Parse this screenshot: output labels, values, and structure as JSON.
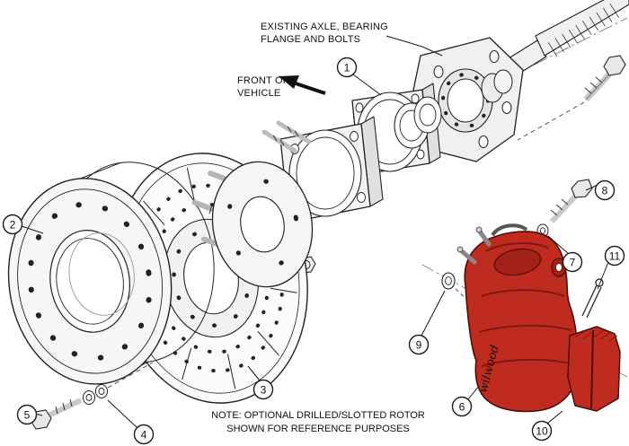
{
  "diagram": {
    "labels": {
      "axle_line1": "EXISTING AXLE, BEARING",
      "axle_line2": "FLANGE AND BOLTS",
      "front_line1": "FRONT OF",
      "front_line2": "VEHICLE",
      "note_line1": "NOTE: OPTIONAL DRILLED/SLOTTED ROTOR",
      "note_line2": "SHOWN FOR REFERENCE PURPOSES",
      "brand_script": "wilwood"
    },
    "callouts": [
      {
        "number": "1"
      },
      {
        "number": "2"
      },
      {
        "number": "3"
      },
      {
        "number": "4"
      },
      {
        "number": "5"
      },
      {
        "number": "6"
      },
      {
        "number": "7"
      },
      {
        "number": "8"
      },
      {
        "number": "9"
      },
      {
        "number": "10"
      },
      {
        "number": "11"
      }
    ],
    "colors": {
      "caliper_red": "#c02b20",
      "pad_red": "#c02b20",
      "line": "#1a1a1a",
      "background": "#ffffff"
    }
  }
}
